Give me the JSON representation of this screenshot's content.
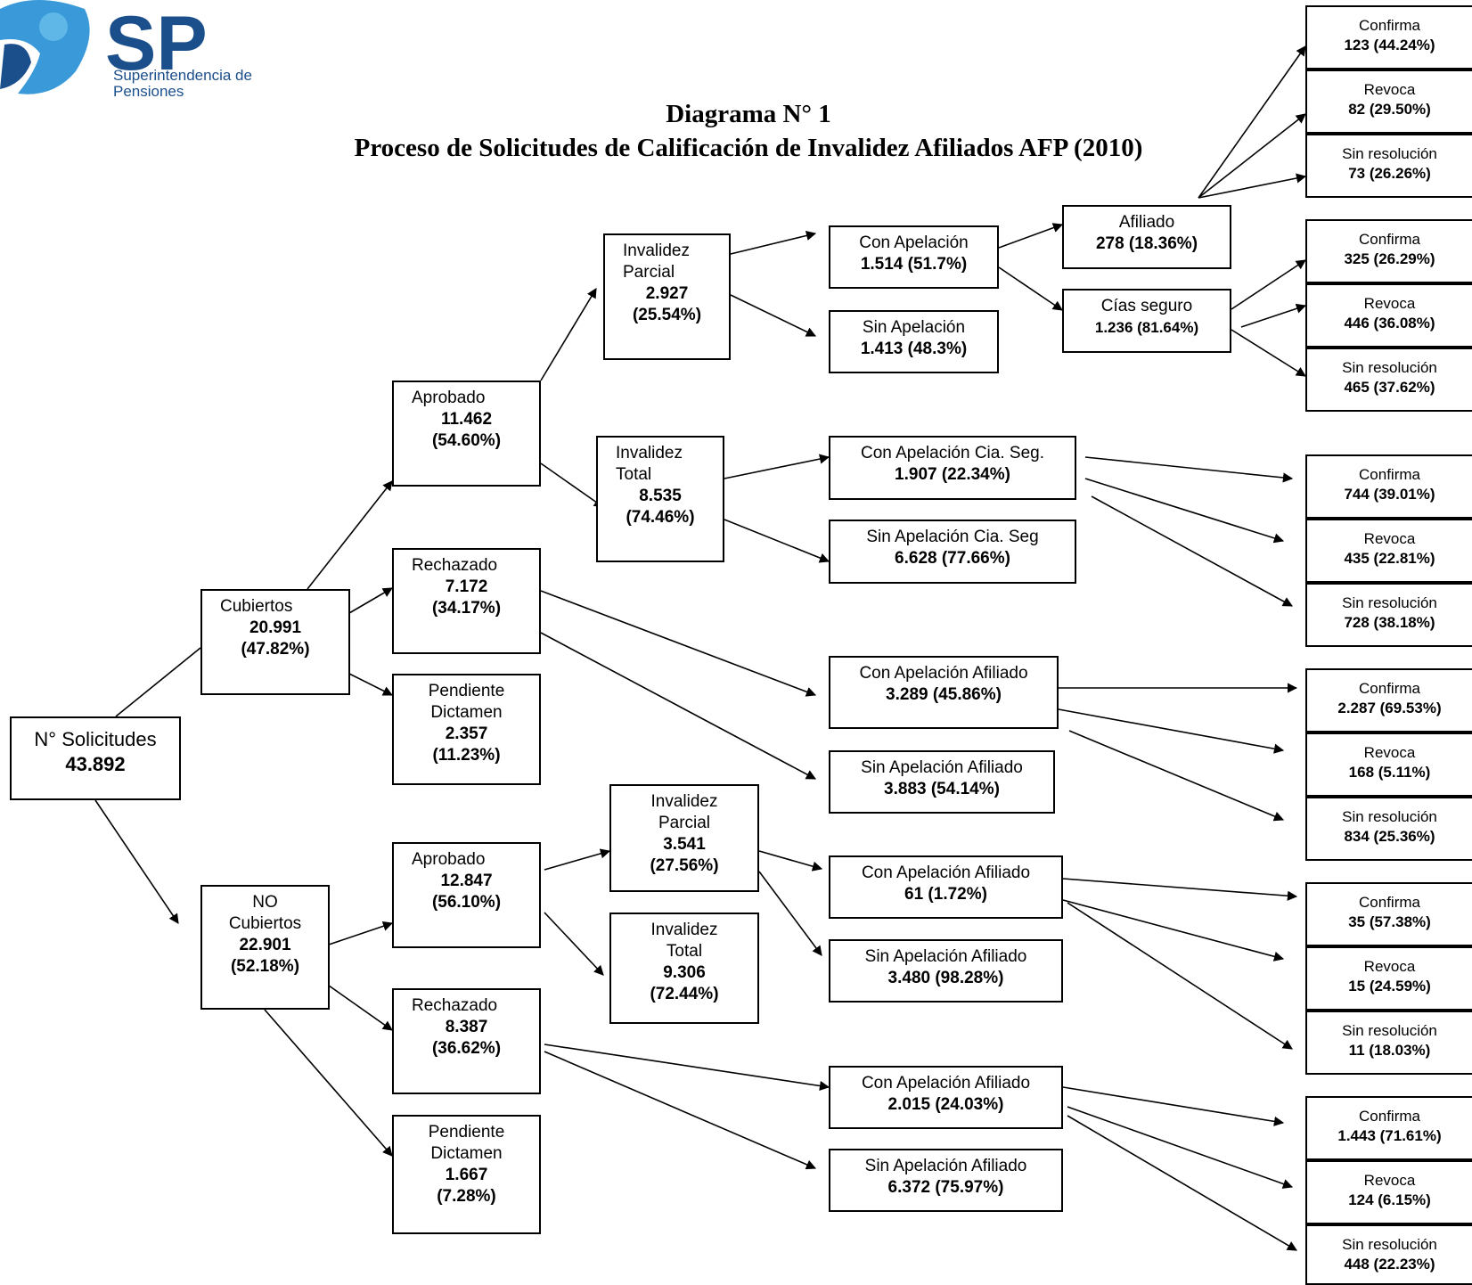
{
  "logo": {
    "abbrev": "SP",
    "line1": "Superintendencia de",
    "line2": "Pensiones"
  },
  "title": {
    "line1": "Diagrama N° 1",
    "line2": "Proceso de Solicitudes de Calificación de Invalidez Afiliados AFP (2010)"
  },
  "nodes": {
    "root": {
      "label": "N° Solicitudes",
      "value": "43.892"
    },
    "cub": {
      "label": "Cubiertos",
      "value": "20.991",
      "pct": "(47.82%)"
    },
    "nocub": {
      "label1": "NO",
      "label2": "Cubiertos",
      "value": "22.901",
      "pct": "(52.18%)"
    },
    "c_aprob": {
      "label": "Aprobado",
      "value": "11.462",
      "pct": "(54.60%)"
    },
    "c_rech": {
      "label": "Rechazado",
      "value": "7.172",
      "pct": "(34.17%)"
    },
    "c_pend": {
      "label1": "Pendiente",
      "label2": "Dictamen",
      "value": "2.357",
      "pct": "(11.23%)"
    },
    "n_aprob": {
      "label": "Aprobado",
      "value": "12.847",
      "pct": "(56.10%)"
    },
    "n_rech": {
      "label": "Rechazado",
      "value": "8.387",
      "pct": "(36.62%)"
    },
    "n_pend": {
      "label1": "Pendiente",
      "label2": "Dictamen",
      "value": "1.667",
      "pct": "(7.28%)"
    },
    "c_ip": {
      "label1": "Invalidez",
      "label2": "Parcial",
      "value": "2.927",
      "pct": "(25.54%)"
    },
    "c_it": {
      "label1": "Invalidez",
      "label2": "Total",
      "value": "8.535",
      "pct": "(74.46%)"
    },
    "n_ip": {
      "label1": "Invalidez",
      "label2": "Parcial",
      "value": "3.541",
      "pct": "(27.56%)"
    },
    "n_it": {
      "label1": "Invalidez",
      "label2": "Total",
      "value": "9.306",
      "pct": "(72.44%)"
    },
    "ip_con": {
      "label": "Con Apelación",
      "value": "1.514  (51.7%)"
    },
    "ip_sin": {
      "label": "Sin Apelación",
      "value": "1.413  (48.3%)"
    },
    "afil": {
      "label": "Afiliado",
      "value": "278  (18.36%)"
    },
    "cias": {
      "label": "Cías seguro",
      "value": "1.236  (81.64%)"
    },
    "it_con": {
      "label": "Con Apelación Cia. Seg.",
      "value": "1.907  (22.34%)"
    },
    "it_sin": {
      "label": "Sin Apelación Cia. Seg",
      "value": "6.628  (77.66%)"
    },
    "cr_con": {
      "label": "Con Apelación Afiliado",
      "value": "3.289   (45.86%)"
    },
    "cr_sin": {
      "label": "Sin Apelación Afiliado",
      "value": "3.883  (54.14%)"
    },
    "nip_con": {
      "label": "Con Apelación Afiliado",
      "value": "61  (1.72%)"
    },
    "nip_sin": {
      "label": "Sin Apelación Afiliado",
      "value": "3.480  (98.28%)"
    },
    "nr_con": {
      "label": "Con Apelación Afiliado",
      "value": "2.015  (24.03%)"
    },
    "nr_sin": {
      "label": "Sin Apelación Afiliado",
      "value": "6.372  (75.97%)"
    }
  },
  "leaves": {
    "g1": [
      {
        "label": "Confirma",
        "value": "123  (44.24%)"
      },
      {
        "label": "Revoca",
        "value": "82  (29.50%)"
      },
      {
        "label": "Sin resolución",
        "value": "73  (26.26%)"
      }
    ],
    "g2": [
      {
        "label": "Confirma",
        "value": "325  (26.29%)"
      },
      {
        "label": "Revoca",
        "value": "446  (36.08%)"
      },
      {
        "label": "Sin resolución",
        "value": "465  (37.62%)"
      }
    ],
    "g3": [
      {
        "label": "Confirma",
        "value": "744  (39.01%)"
      },
      {
        "label": "Revoca",
        "value": "435  (22.81%)"
      },
      {
        "label": "Sin resolución",
        "value": "728  (38.18%)"
      }
    ],
    "g4": [
      {
        "label": "Confirma",
        "value": "2.287  (69.53%)"
      },
      {
        "label": "Revoca",
        "value": "168  (5.11%)"
      },
      {
        "label": "Sin resolución",
        "value": "834  (25.36%)"
      }
    ],
    "g5": [
      {
        "label": "Confirma",
        "value": "35  (57.38%)"
      },
      {
        "label": "Revoca",
        "value": "15  (24.59%)"
      },
      {
        "label": "Sin resolución",
        "value": "11  (18.03%)"
      }
    ],
    "g6": [
      {
        "label": "Confirma",
        "value": "1.443  (71.61%)"
      },
      {
        "label": "Revoca",
        "value": "124  (6.15%)"
      },
      {
        "label": "Sin resolución",
        "value": "448  (22.23%)"
      }
    ]
  }
}
